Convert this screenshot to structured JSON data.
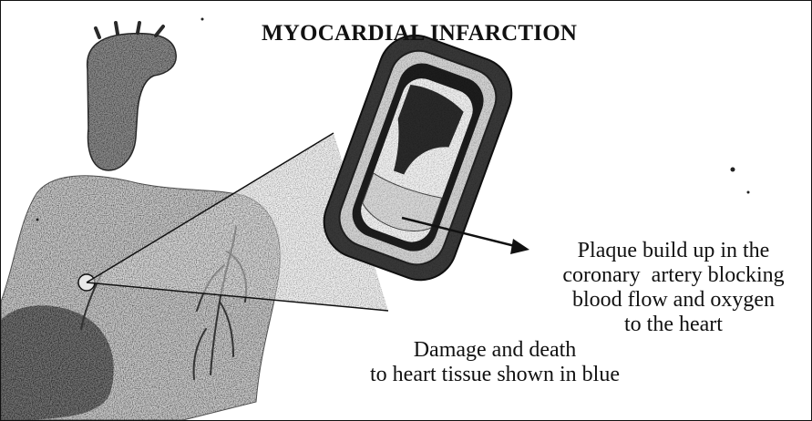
{
  "diagram": {
    "title": "MYOCARDIAL INFARCTION",
    "callouts": {
      "plaque_lines": [
        "Plaque build up in the",
        "coronary  artery blocking",
        "blood flow and oxygen",
        "to the heart"
      ],
      "damage_lines": [
        "Damage and death",
        "to heart tissue shown in blue"
      ]
    }
  }
}
